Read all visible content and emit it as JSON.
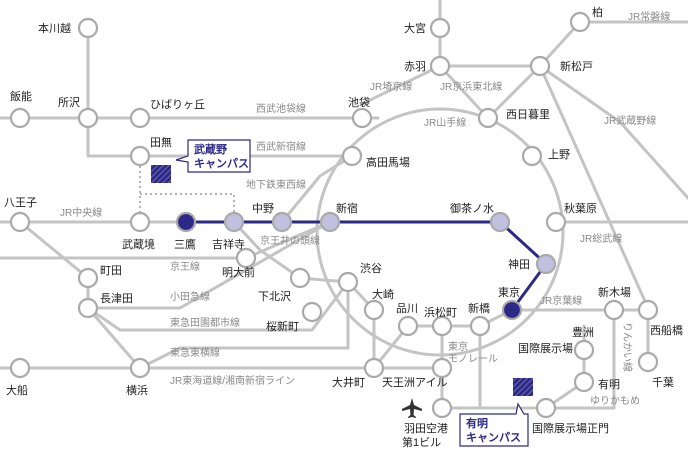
{
  "colors": {
    "highlight_line": "#2d2a87",
    "line": "#c4c4c4",
    "station_highlight": "#c2c0df",
    "campus": "#2d2a87"
  },
  "campuses": {
    "musashino": {
      "line1": "武蔵野",
      "line2": "キャンパス"
    },
    "ariake": {
      "line1": "有明",
      "line2": "キャンパス"
    }
  },
  "stations": {
    "honkawagoe": "本川越",
    "omiya": "大宮",
    "kashiwa": "柏",
    "akabane": "赤羽",
    "shinmatsudo": "新松戸",
    "hanno": "飯能",
    "tokorozawa": "所沢",
    "hibarigaoka": "ひばりヶ丘",
    "ikebukuro": "池袋",
    "nishinippori": "西日暮里",
    "tanashi": "田無",
    "takadanobaba": "高田馬場",
    "ueno": "上野",
    "hachioji": "八王子",
    "musashisakai": "武蔵境",
    "mitaka": "三鷹",
    "kichijoji": "吉祥寺",
    "nakano": "中野",
    "shinjuku": "新宿",
    "ochanomizu": "御茶ノ水",
    "akihabara": "秋葉原",
    "kanda": "神田",
    "meidaimae": "明大前",
    "shimokitazawa": "下北沢",
    "shibuya": "渋谷",
    "machida": "町田",
    "nagatsuta": "長津田",
    "sakurashinmachi": "桜新町",
    "osaki": "大崎",
    "shinagawa": "品川",
    "hamamatsucho": "浜松町",
    "shimbashi": "新橋",
    "tokyo": "東京",
    "shinkiba": "新木場",
    "nishifunabashi": "西船橋",
    "chiba": "千葉",
    "toyosu": "豊洲",
    "kokusaitenjijo": "国際展示場",
    "ariake": "有明",
    "kokusaitenjijo_seimon": "国際展示場正門",
    "ofuna": "大船",
    "yokohama": "横浜",
    "oimachi": "大井町",
    "tennozu_isle": "天王洲アイル",
    "haneda1": "羽田空港",
    "haneda2": "第1ビル"
  },
  "lines": {
    "jr_joban": "JR常磐線",
    "jr_saikyo": "JR埼京線",
    "jr_keihintohoku": "JR京浜東北線",
    "seibu_ikebukuro": "西武池袋線",
    "jr_yamanote": "JR山手線",
    "jr_musashino": "JR武蔵野線",
    "seibu_shinjuku": "西武新宿線",
    "tozai": "地下鉄東西線",
    "jr_chuo": "JR中央線",
    "keio_inokashira": "京王井の頭線",
    "jr_sobu": "JR総武線",
    "keio": "京王線",
    "odakyu": "小田急線",
    "jr_keiyo": "JR京葉線",
    "tokyu_dentoshi": "東急田園都市線",
    "rinkai1": "りんかい線",
    "tokyu_toyoko": "東急東横線",
    "monorail1": "東京",
    "monorail2": "モノレール",
    "jr_tokaido_shonan": "JR東海道線/湘南新宿ライン",
    "yurikamome": "ゆりかもめ"
  }
}
